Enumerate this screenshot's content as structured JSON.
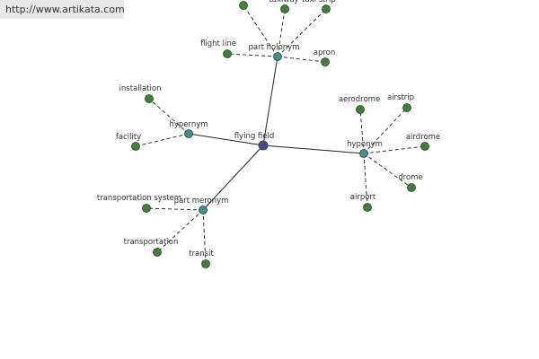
{
  "watermark": "http://www.artikata.com",
  "colors": {
    "center": "#3d4f86",
    "relation": "#3f8f8c",
    "leaf": "#3f7f3a",
    "node_stroke": "#3a3a3a",
    "edge": "#222222",
    "dashed_edge": "#333333"
  },
  "graph": {
    "center": "flying field",
    "relations": [
      {
        "label": "part holonym",
        "terms": [
          "",
          "taxiway",
          "taxi strip",
          "flight line",
          "apron"
        ]
      },
      {
        "label": "hypernym",
        "terms": [
          "installation",
          "facility"
        ]
      },
      {
        "label": "hyponym",
        "terms": [
          "aerodrome",
          "airstrip",
          "airdrome",
          "drome",
          "airport"
        ]
      },
      {
        "label": "part meronym",
        "terms": [
          "transportation system",
          "transportation",
          "transit"
        ]
      }
    ]
  }
}
